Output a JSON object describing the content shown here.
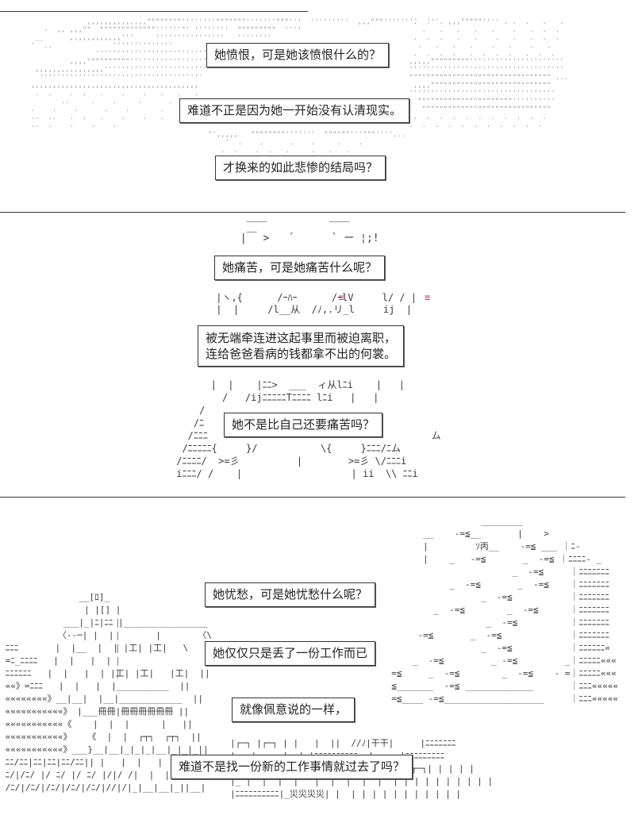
{
  "panels": [
    {
      "bubbles": [
        "她愤恨，可是她该愤恨什么的？",
        "难道不正是因为她一开始没有认清现实。",
        "才换来的如此悲惨的结局吗？"
      ]
    },
    {
      "bubbles": [
        "她痛苦，可是她痛苦什么呢？",
        "被无端牵连进这起事里而被迫离职，",
        "连给爸爸看病的钱都拿不出的何裳。",
        "她不是比自己还要痛苦吗？"
      ]
    },
    {
      "bubbles": [
        "她忧愁，可是她忧愁什么呢？",
        "她仅仅只是丢了一份工作而已",
        "就像佩意说的一样，",
        "难道不是找一份新的工作事情就过去了吗？"
      ]
    }
  ]
}
